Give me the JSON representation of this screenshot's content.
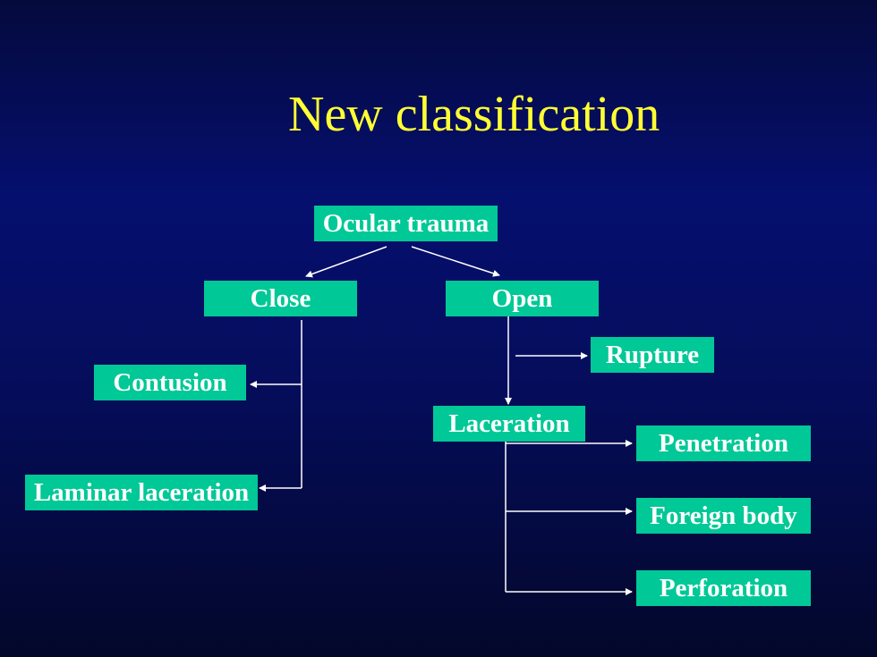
{
  "slide": {
    "title": "New classification",
    "colors": {
      "title": "#ffff33",
      "node_bg": "#00c896",
      "node_text": "#ffffff",
      "connector": "#ffffff"
    },
    "nodes": {
      "ocular_trauma": "Ocular trauma",
      "close": "Close",
      "open": "Open",
      "contusion": "Contusion",
      "laminar_laceration": "Laminar laceration",
      "rupture": "Rupture",
      "laceration": "Laceration",
      "penetration": "Penetration",
      "foreign_body": "Foreign body",
      "perforation": "Perforation"
    }
  }
}
